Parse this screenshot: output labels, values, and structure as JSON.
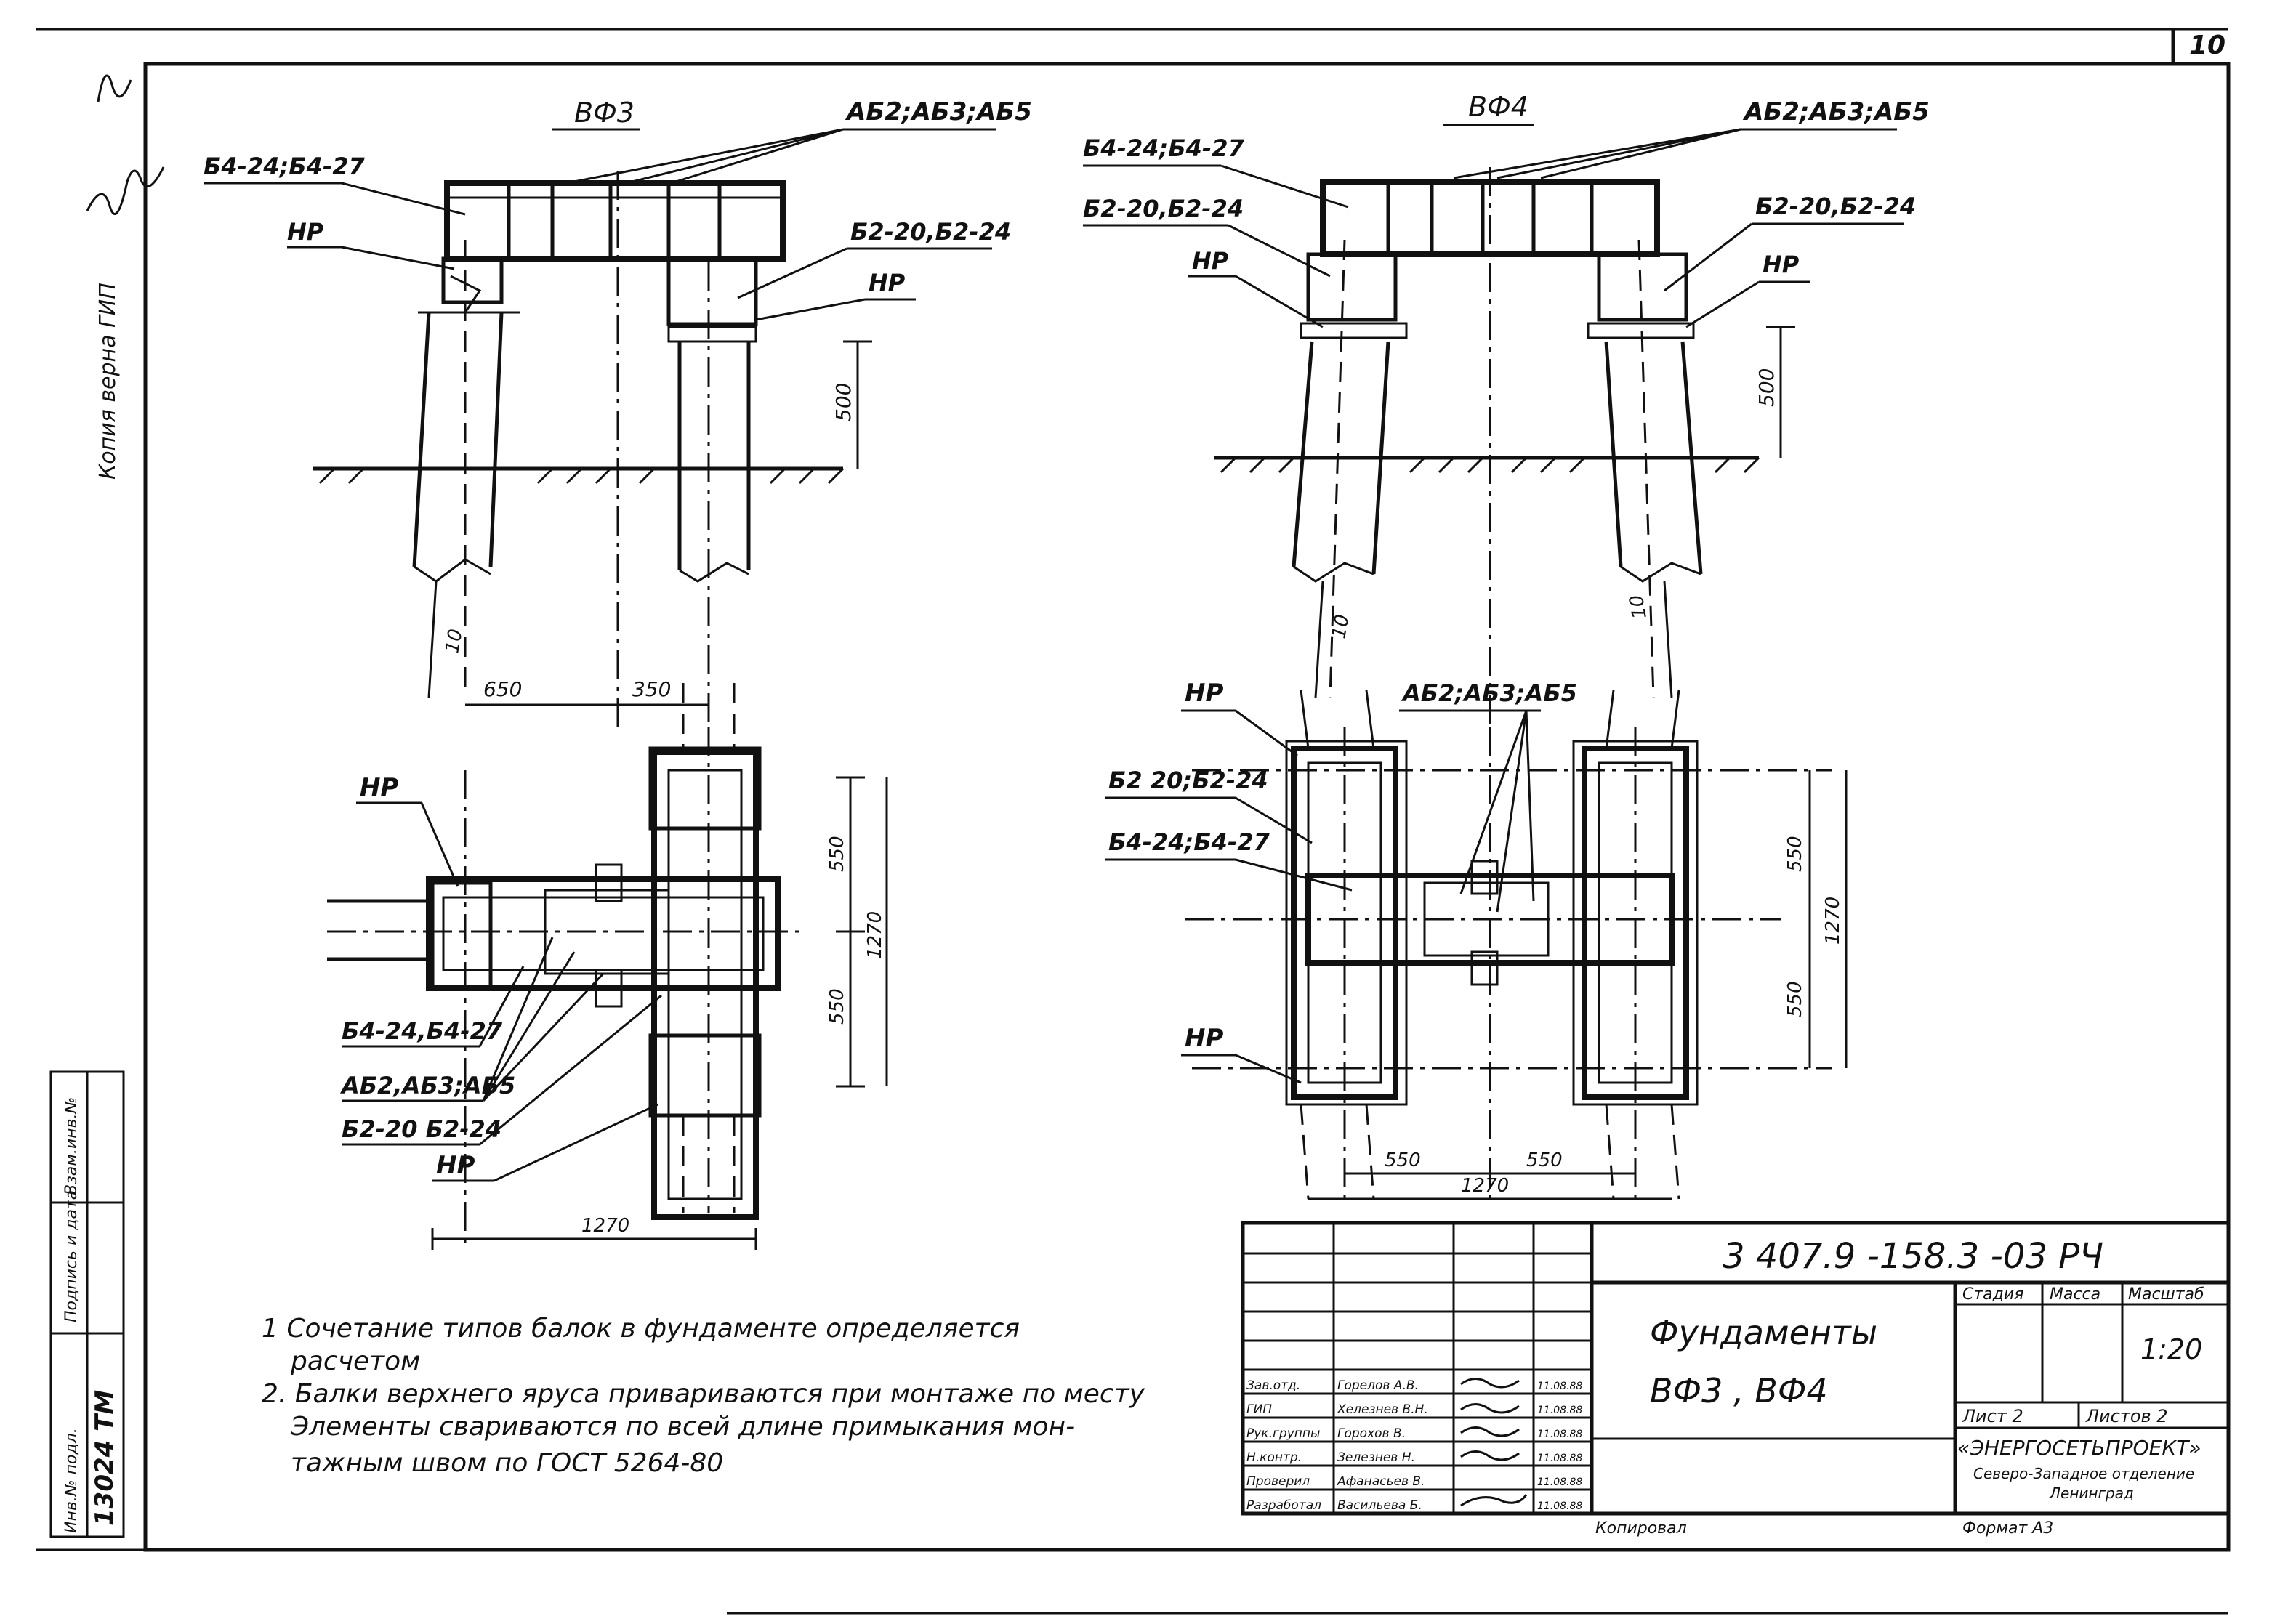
{
  "sheet": {
    "page_number": "10",
    "side_stamp": "Копия верна    ГИП",
    "format": "Формат А3",
    "copied": "Копировал"
  },
  "left_view": {
    "title": "ВФ3",
    "callout_ab": "АБ2;АБ3;АБ5",
    "callout_b4": "Б4-24;Б4-27",
    "callout_hp1": "НР",
    "callout_b2": "Б2-20,Б2-24",
    "callout_hp2": "НР",
    "dim_500": "500",
    "dim_10": "10",
    "dim_650": "650",
    "dim_350": "350",
    "plan_hp_top": "НР",
    "dim_550_top": "550",
    "dim_550_bottom": "550",
    "dim_1270_v": "1270",
    "plan_b4": "Б4-24,Б4-27",
    "plan_ab": "АБ2,АБ3;АБ5",
    "plan_b2": "Б2-20 Б2-24",
    "plan_hp_bottom": "НР",
    "dim_1270_h": "1270"
  },
  "right_view": {
    "title": "ВФ4",
    "callout_b4": "Б4-24;Б4-27",
    "callout_ab": "АБ2;АБ3;АБ5",
    "callout_b2_left": "Б2-20,Б2-24",
    "callout_b2_right": "Б2-20,Б2-24",
    "callout_hp_left": "НР",
    "callout_hp_right": "НР",
    "dim_500": "500",
    "dim_10_left": "10",
    "dim_10_right": "10",
    "plan_hp_top": "НР",
    "plan_ab": "АБ2;АБ3;АБ5",
    "plan_b2": "Б2 20;Б2-24",
    "plan_b4": "Б4-24;Б4-27",
    "plan_hp_bottom": "НР",
    "dim_550_top": "550",
    "dim_550_bottom": "550",
    "dim_1270_v": "1270",
    "dim_550_h1": "550",
    "dim_550_h2": "550",
    "dim_1270_h": "1270"
  },
  "notes": {
    "line1": "1  Сочетание   типов   балок   в   фундаменте   определяется",
    "line1b": "расчетом",
    "line2": "2. Балки  верхнего  яруса   привариваются   при  монтаже  по  месту",
    "line3": "Элементы  свариваются  по  всей  длине  примыкания  мон-",
    "line4": "тажным   швом    по   ГОСТ 5264-80"
  },
  "title_block": {
    "doc_code": "3 407.9 -158.3 -03 РЧ",
    "title_line1": "Фундаменты",
    "title_line2": "ВФ3  ,  ВФ4",
    "col_stage": "Стадия",
    "col_mass": "Масса",
    "col_scale": "Масштаб",
    "scale": "1:20",
    "sheet_label": "Лист 2",
    "sheets_label": "Листов 2",
    "org_name": "«ЭНЕРГОСЕТЬПРОЕКТ»",
    "org_sub1": "Северо-Западное отделение",
    "org_sub2": "Ленинград",
    "roles": [
      {
        "role": "Зав.отд.",
        "name": "Горелов А.В.",
        "date": "11.08.88"
      },
      {
        "role": "ГИП",
        "name": "Хелезнев В.Н.",
        "date": "11.08.88"
      },
      {
        "role": "Рук.группы",
        "name": "Горохов В.",
        "date": "11.08.88"
      },
      {
        "role": "Н.контр.",
        "name": "Зелезнев Н.",
        "date": "11.08.88"
      },
      {
        "role": "Проверил",
        "name": "Афанасьев В.",
        "date": "11.08.88"
      },
      {
        "role": "Разработал",
        "name": "Васильева Б.",
        "date": "11.08.88"
      }
    ]
  },
  "side_table": {
    "c1": "Инв.№ подл.",
    "c2": "Подпись и дата",
    "c3": "Взам.инв.№",
    "inv": "13024 ТМ"
  }
}
